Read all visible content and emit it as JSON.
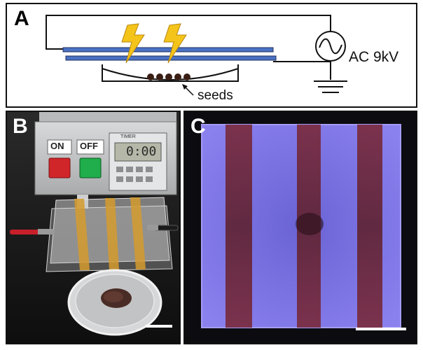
{
  "panels": {
    "a": {
      "label": "A",
      "voltage_label": "AC 9kV",
      "seeds_label": "seeds"
    },
    "b": {
      "label": "B",
      "on_button_label": "ON",
      "off_button_label": "OFF",
      "timer_display": "0:00",
      "timer_brand": "TIMER"
    },
    "c": {
      "label": "C"
    }
  },
  "colors": {
    "electrode_blue": "#4a72c4",
    "spark_yellow": "#f5c41a",
    "seed_brown": "#3a1e14",
    "plasma_violet": "#7b72e6",
    "electrode_band_red": "#7a2a3c",
    "tape_orange": "#d59b2e",
    "on_button_red": "#d0262a",
    "off_button_green": "#1fae4b"
  }
}
